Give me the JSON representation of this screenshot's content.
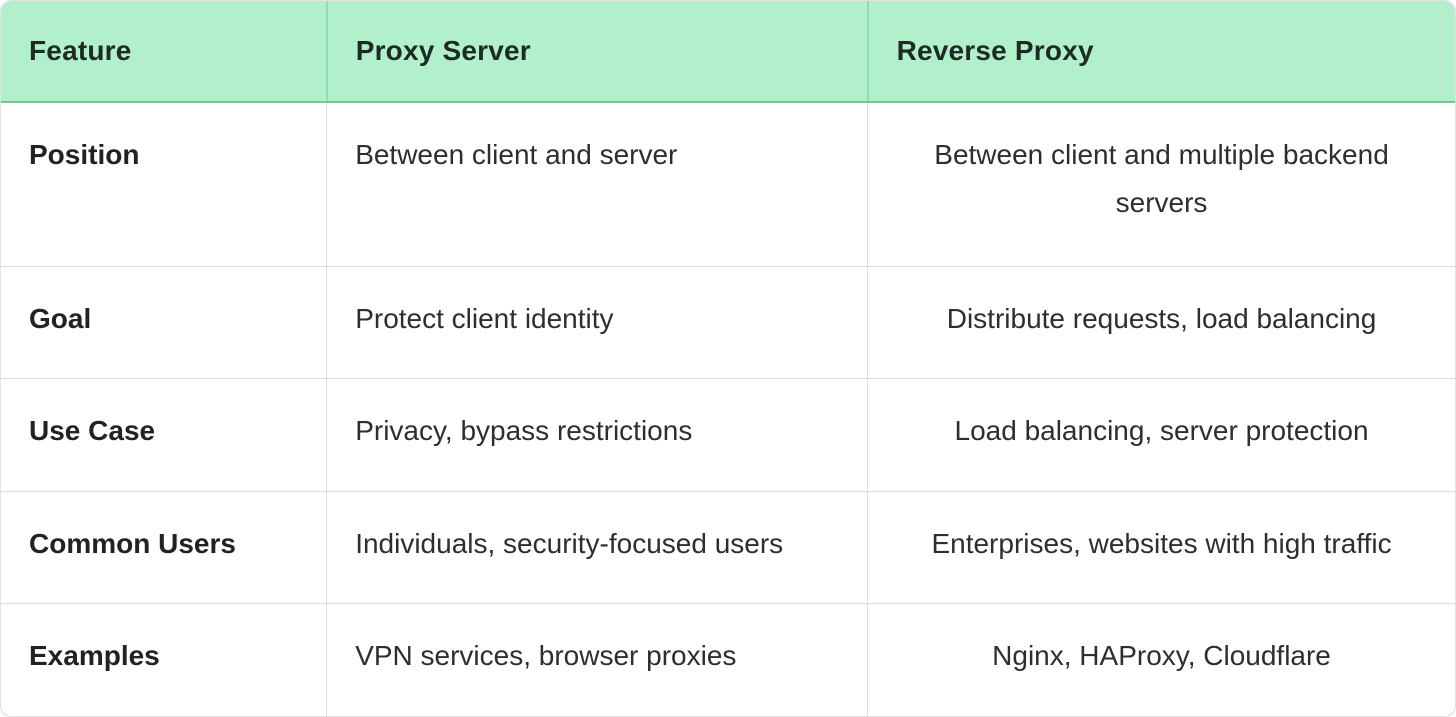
{
  "table": {
    "columns": [
      {
        "label": "Feature"
      },
      {
        "label": "Proxy Server"
      },
      {
        "label": "Reverse Proxy"
      }
    ],
    "rows": [
      {
        "feature": "Position",
        "proxy": "Between client and server",
        "reverse": "Between client and multiple backend servers"
      },
      {
        "feature": "Goal",
        "proxy": "Protect client identity",
        "reverse": "Distribute requests, load balancing"
      },
      {
        "feature": "Use Case",
        "proxy": "Privacy, bypass restrictions",
        "reverse": "Load balancing, server protection"
      },
      {
        "feature": "Common Users",
        "proxy": "Individuals, security-focused users",
        "reverse": "Enterprises, websites with high traffic"
      },
      {
        "feature": "Examples",
        "proxy": "VPN services, browser proxies",
        "reverse": "Nginx, HAProxy, Cloudflare"
      }
    ],
    "colors": {
      "header_background": "#b2f0cc",
      "header_divider": "#93ddb0",
      "header_bottom_border": "#7cc497",
      "body_divider": "#dcdcdc",
      "header_text": "#1e2b24",
      "body_text": "#2e2e2e",
      "card_border": "#e2e2e2"
    }
  }
}
